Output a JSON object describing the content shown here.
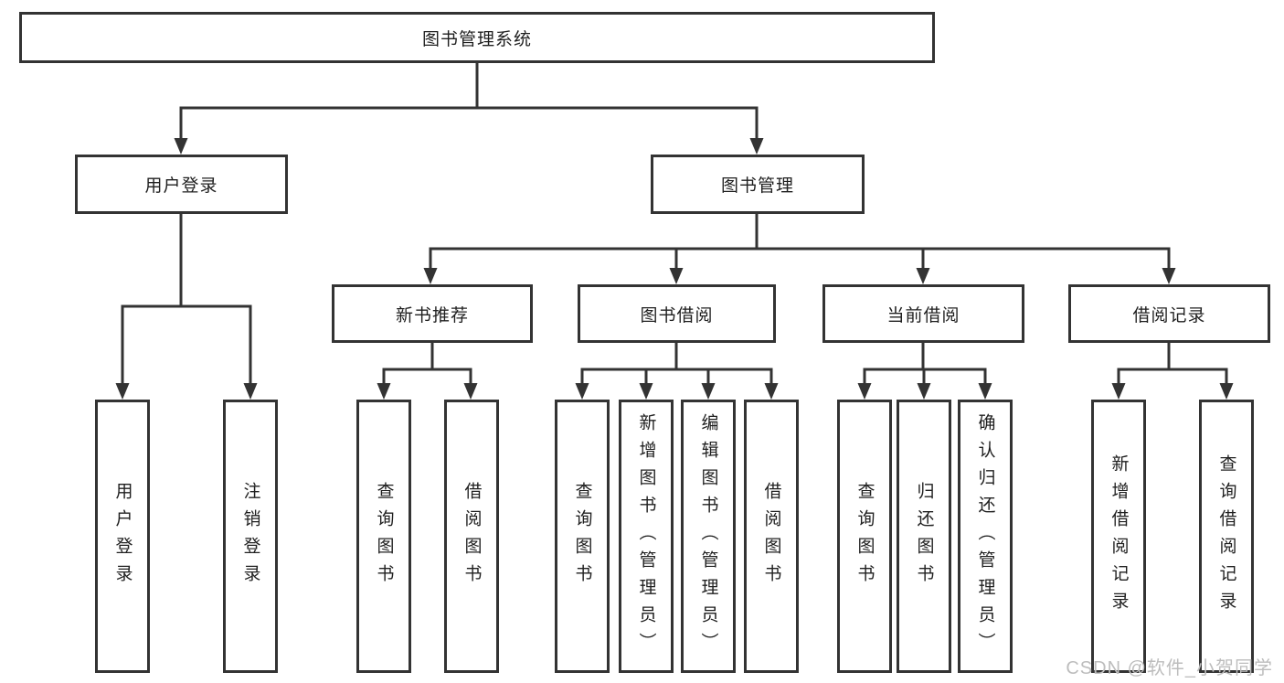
{
  "diagram": {
    "nodes": {
      "root": "图书管理系统",
      "user_login": "用户登录",
      "book_mgmt": "图书管理",
      "new_book_rec": "新书推荐",
      "book_borrow": "图书借阅",
      "current_borrow": "当前借阅",
      "borrow_records": "借阅记录",
      "ul_user_login": "用户登录",
      "ul_logout": "注销登录",
      "nbr_query_book": "查询图书",
      "nbr_borrow_book": "借阅图书",
      "bb_query_book": "查询图书",
      "bb_add_book": "新增图书（管理员）",
      "bb_edit_book": "编辑图书（管理员）",
      "bb_borrow_book": "借阅图书",
      "cb_query_book": "查询图书",
      "cb_return_book": "归还图书",
      "cb_confirm_return": "确认归还（管理员）",
      "br_add_record": "新增借阅记录",
      "br_query_record": "查询借阅记录"
    },
    "colors": {
      "line": "#333333",
      "text": "#1f1f1f",
      "background": "#ffffff",
      "watermark": "#bdbdbd"
    },
    "watermark": "CSDN @软件_小贺同学"
  }
}
